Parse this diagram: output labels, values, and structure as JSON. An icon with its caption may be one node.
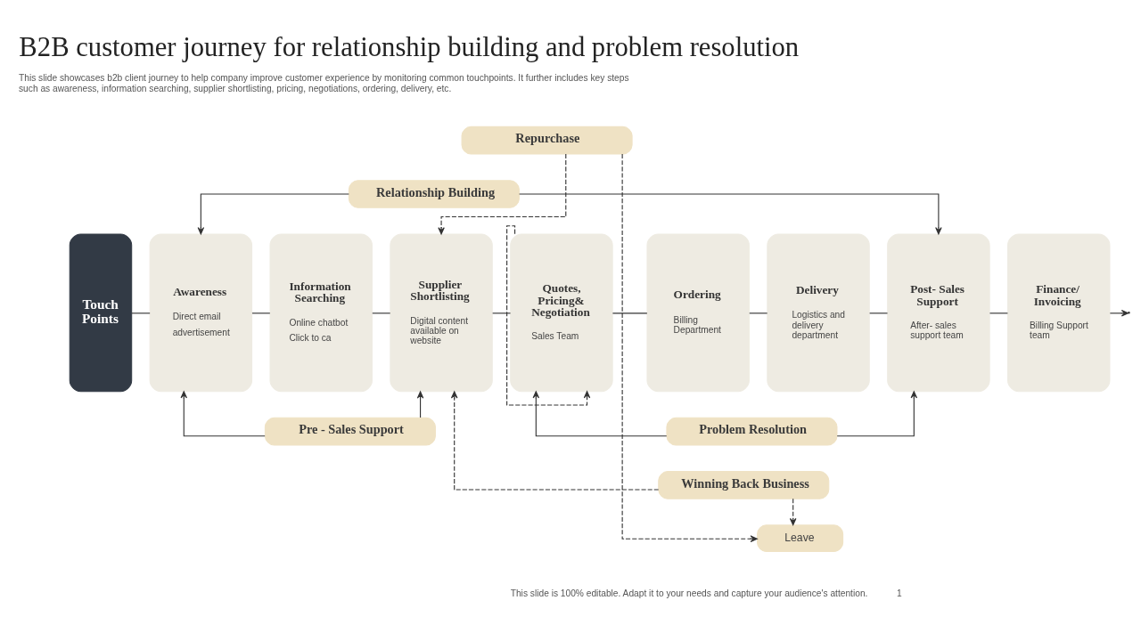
{
  "diagram": {
    "title": "B2B customer journey for relationship building and problem resolution",
    "nodes": [
      {
        "text": [
          "Touch Points"
        ]
      },
      {
        "text": [
          "Awareness",
          "Direct email",
          "advertisement"
        ]
      },
      {
        "text": [
          "Information Searching",
          "Online chatbot",
          "Click to ca"
        ]
      },
      {
        "text": [
          "Supplier Shortlisting",
          "Digital content available on website"
        ]
      },
      {
        "text": [
          "Quotes, Pricing& Negotiation",
          "Sales Team"
        ]
      },
      {
        "text": [
          "Ordering",
          "Billing Department"
        ]
      },
      {
        "text": [
          "Delivery",
          "Logistics and delivery department"
        ]
      },
      {
        "text": [
          "Post- Sales Support",
          "After- sales support team"
        ]
      },
      {
        "text": [
          "Finance/ Invoicing",
          "Billing Support team"
        ]
      },
      {
        "text": [
          "Repurchase"
        ]
      },
      {
        "text": [
          "Relationship Building"
        ]
      },
      {
        "text": [
          "Pre - Sales Support"
        ]
      },
      {
        "text": [
          "Problem Resolution"
        ]
      },
      {
        "text": [
          "Winning Back Business"
        ]
      },
      {
        "text": [
          "Leave"
        ]
      }
    ],
    "edges": [
      {
        "from": 0,
        "to": 1,
        "arrow": "none"
      },
      {
        "from": 1,
        "to": 2,
        "arrow": "none"
      },
      {
        "from": 2,
        "to": 3,
        "arrow": "none"
      },
      {
        "from": 3,
        "to": 4,
        "arrow": "none"
      },
      {
        "from": 4,
        "to": 5,
        "arrow": "none"
      },
      {
        "from": 5,
        "to": 6,
        "arrow": "none"
      },
      {
        "from": 6,
        "to": 7,
        "arrow": "none"
      },
      {
        "from": 7,
        "to": 8,
        "arrow": "none"
      },
      {
        "from": 8,
        "to": null,
        "arrow": "to"
      },
      {
        "from": 4,
        "to": 4,
        "arrow": "to",
        "style": "dashed"
      },
      {
        "from": 10,
        "to": 1,
        "arrow": "to"
      },
      {
        "from": 10,
        "to": 7,
        "arrow": "to"
      },
      {
        "from": 9,
        "to": 3,
        "arrow": "to",
        "style": "dashed"
      },
      {
        "from": 9,
        "to": 14,
        "arrow": "to",
        "style": "dashed"
      },
      {
        "from": 11,
        "to": 1,
        "arrow": "to"
      },
      {
        "from": 11,
        "to": 3,
        "arrow": "to"
      },
      {
        "from": 12,
        "to": 4,
        "arrow": "to"
      },
      {
        "from": 12,
        "to": 7,
        "arrow": "to"
      },
      {
        "from": 13,
        "to": 3,
        "arrow": "to",
        "style": "dashed"
      },
      {
        "from": 13,
        "to": 14,
        "arrow": "to",
        "style": "dashed"
      }
    ],
    "labels": [
      "This slide showcases b2b client journey to help company improve customer experience by monitoring common touchpoints. It further includes key steps such as awareness, information searching, supplier shortlisting, pricing, negotiations, ordering, delivery, etc.",
      "This slide is 100% editable. Adapt it to your needs and capture your audience's attention.",
      "1"
    ]
  }
}
